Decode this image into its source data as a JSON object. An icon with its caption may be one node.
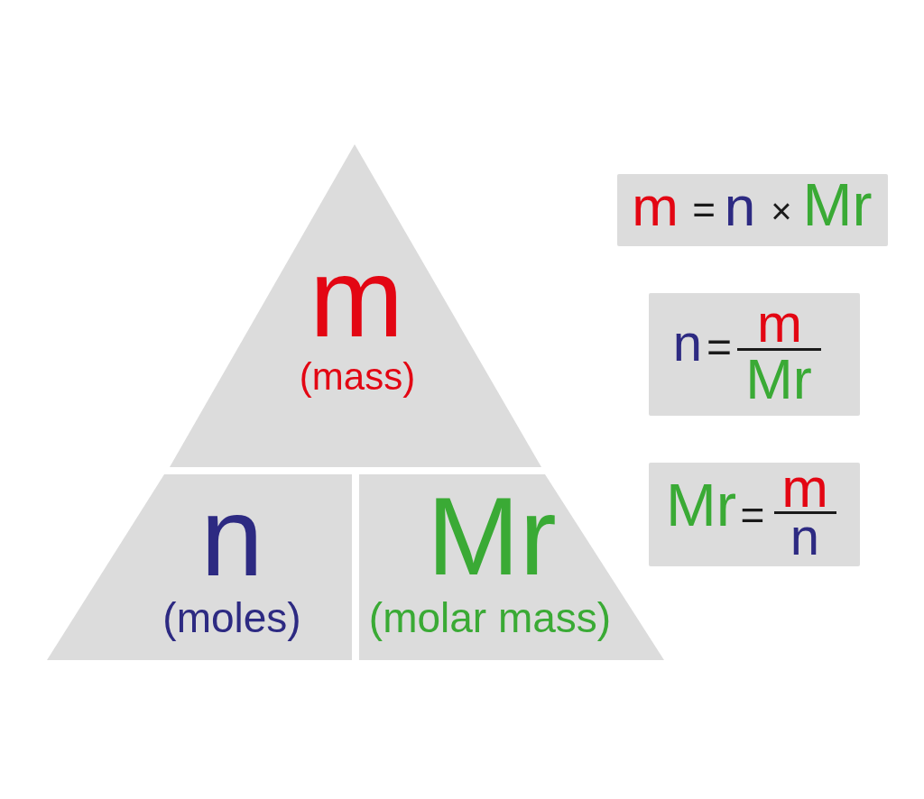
{
  "diagram": {
    "nodes": [
      {
        "text": [
          "m",
          "(mass)"
        ]
      },
      {
        "text": [
          "n",
          "(moles)"
        ]
      },
      {
        "text": [
          "Mr",
          "(molar mass)"
        ]
      },
      {
        "text": [
          "m",
          "=",
          "n",
          "×",
          "Mr"
        ]
      },
      {
        "text": [
          "n",
          "=",
          "m",
          "Mr"
        ]
      },
      {
        "text": [
          "Mr",
          "=",
          "m",
          "n"
        ]
      }
    ]
  }
}
